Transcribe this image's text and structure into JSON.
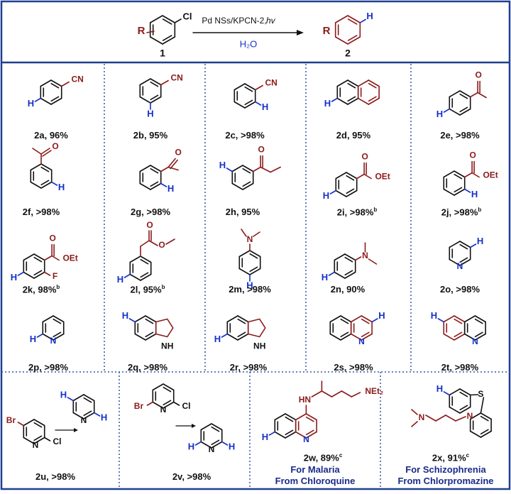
{
  "scheme": {
    "reagent_line1": "Pd NSs/KPCN-2, ",
    "reagent_line1_italic": "hv",
    "solvent": "H₂O",
    "reactant_number": "1",
    "product_number": "2",
    "reactant_sub": "R",
    "reactant_halogen": "Cl",
    "product_sub": "R",
    "product_h": "H"
  },
  "colors": {
    "frame": "#1f3f8f",
    "dotted": "#3355aa",
    "bond": "#111111",
    "substituent": "#8b1a1a",
    "hydrogen": "#1530c8",
    "note": "#1a2a8a"
  },
  "products": [
    {
      "id": "2a",
      "label": "2a, 96%"
    },
    {
      "id": "2b",
      "label": "2b, 95%"
    },
    {
      "id": "2c",
      "label": "2c, >98%"
    },
    {
      "id": "2d",
      "label": "2d, 95%"
    },
    {
      "id": "2e",
      "label": "2e, >98%"
    },
    {
      "id": "2f",
      "label": "2f, >98%"
    },
    {
      "id": "2g",
      "label": "2g, >98%"
    },
    {
      "id": "2h",
      "label": "2h, 95%"
    },
    {
      "id": "2i",
      "label": "2i, >98%",
      "sup": "b"
    },
    {
      "id": "2j",
      "label": "2j, >98%",
      "sup": "b"
    },
    {
      "id": "2k",
      "label": "2k, 98%",
      "sup": "b"
    },
    {
      "id": "2l",
      "label": "2l, 95%",
      "sup": "b"
    },
    {
      "id": "2m",
      "label": "2m, >98%"
    },
    {
      "id": "2n",
      "label": "2n, 90%"
    },
    {
      "id": "2o",
      "label": "2o, >98%"
    },
    {
      "id": "2p",
      "label": "2p, >98%"
    },
    {
      "id": "2q",
      "label": "2q, >98%"
    },
    {
      "id": "2r",
      "label": "2r, >98%"
    },
    {
      "id": "2s",
      "label": "2s, >98%"
    },
    {
      "id": "2t",
      "label": "2t, >98%"
    },
    {
      "id": "2u",
      "label": "2u, >98%"
    },
    {
      "id": "2v",
      "label": "2v, >98%"
    },
    {
      "id": "2w",
      "label": "2w, 89%",
      "sup": "c"
    },
    {
      "id": "2x",
      "label": "2x, 91%",
      "sup": "c"
    }
  ],
  "notes": {
    "malaria_line1": "For Malaria",
    "malaria_line2": "From Chloroquine",
    "schizo_line1": "For Schizophrenia",
    "schizo_line2": "From Chlorpromazine"
  },
  "atoms": {
    "cn": "CN",
    "h": "H",
    "o": "O",
    "oet": "OEt",
    "f": "F",
    "n": "N",
    "nh": "NH",
    "br": "Br",
    "cl": "Cl",
    "s": "S",
    "hn": "HN",
    "net2": "NEt₂"
  }
}
